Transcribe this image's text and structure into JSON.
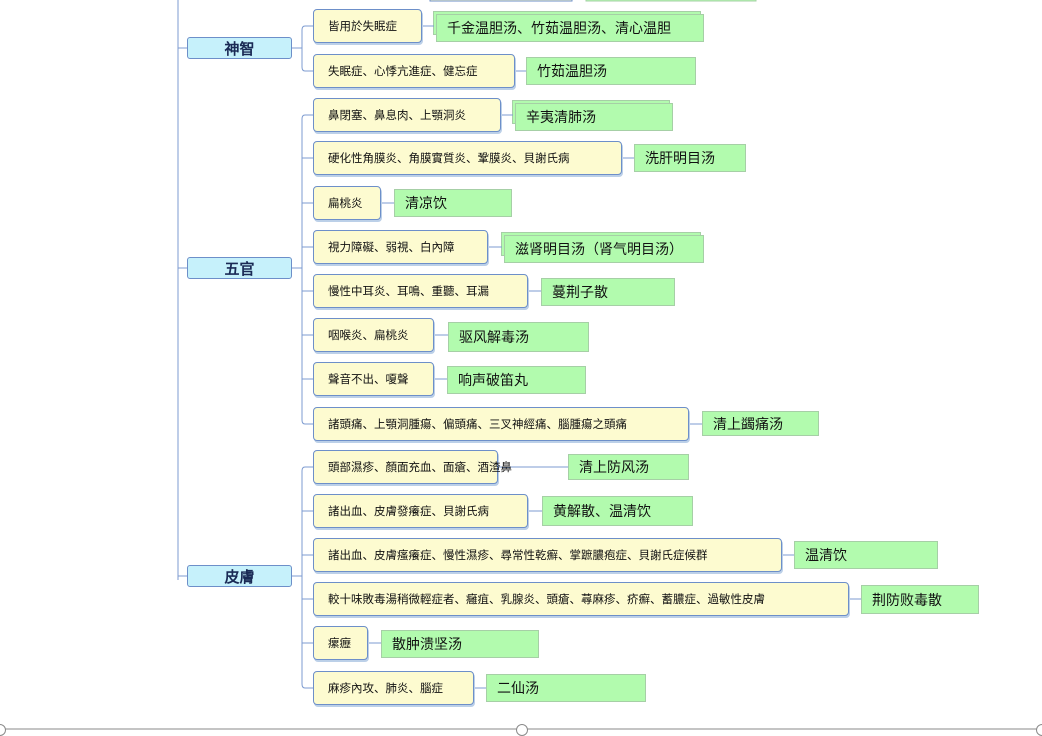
{
  "categories": [
    {
      "label": "神智",
      "rows": [
        {
          "symptom": "皆用於失眠症",
          "remedy": "千金温胆汤、竹茹温胆汤、清心温胆"
        },
        {
          "symptom": "失眠症、心悸亢進症、健忘症",
          "remedy": "竹茹温胆汤"
        }
      ]
    },
    {
      "label": "五官",
      "rows": [
        {
          "symptom": "鼻閉塞、鼻息肉、上顎洞炎",
          "remedy": "辛夷清肺汤"
        },
        {
          "symptom": "硬化性角膜炎、角膜實質炎、鞏膜炎、貝謝氏病",
          "remedy": "洗肝明目汤"
        },
        {
          "symptom": "扁桃炎",
          "remedy": "清凉饮"
        },
        {
          "symptom": "視力障礙、弱視、白內障",
          "remedy": "滋肾明目汤（肾气明目汤）"
        },
        {
          "symptom": "慢性中耳炎、耳鳴、重聽、耳漏",
          "remedy": "蔓荆子散"
        },
        {
          "symptom": "咽喉炎、扁桃炎",
          "remedy": "驱风解毒汤"
        },
        {
          "symptom": "聲音不出、嗄聲",
          "remedy": "响声破笛丸"
        },
        {
          "symptom": "諸頭痛、上顎洞腫瘍、偏頭痛、三叉神經痛、腦腫瘍之頭痛",
          "remedy": "清上蠲痛汤"
        }
      ]
    },
    {
      "label": "皮膚",
      "rows": [
        {
          "symptom": "頭部濕疹、顏面充血、面瘡、酒渣鼻",
          "remedy": "清上防风汤"
        },
        {
          "symptom": "諸出血、皮膚發癢症、貝謝氏病",
          "remedy": "黄解散、温清饮"
        },
        {
          "symptom": "諸出血、皮膚瘙癢症、慢性濕疹、尋常性乾癬、掌蹠膿疱症、貝謝氏症候群",
          "remedy": "温清饮"
        },
        {
          "symptom": "較十味敗毒湯稍微輕症者、癰疽、乳腺炎、頭瘡、蕁麻疹、疥癬、蓄膿症、過敏性皮膚",
          "remedy": "荆防败毒散"
        },
        {
          "symptom": "瘰癧",
          "remedy": "散肿溃坚汤"
        },
        {
          "symptom": "麻疹內攻、肺炎、腦症",
          "remedy": "二仙汤"
        }
      ]
    }
  ]
}
